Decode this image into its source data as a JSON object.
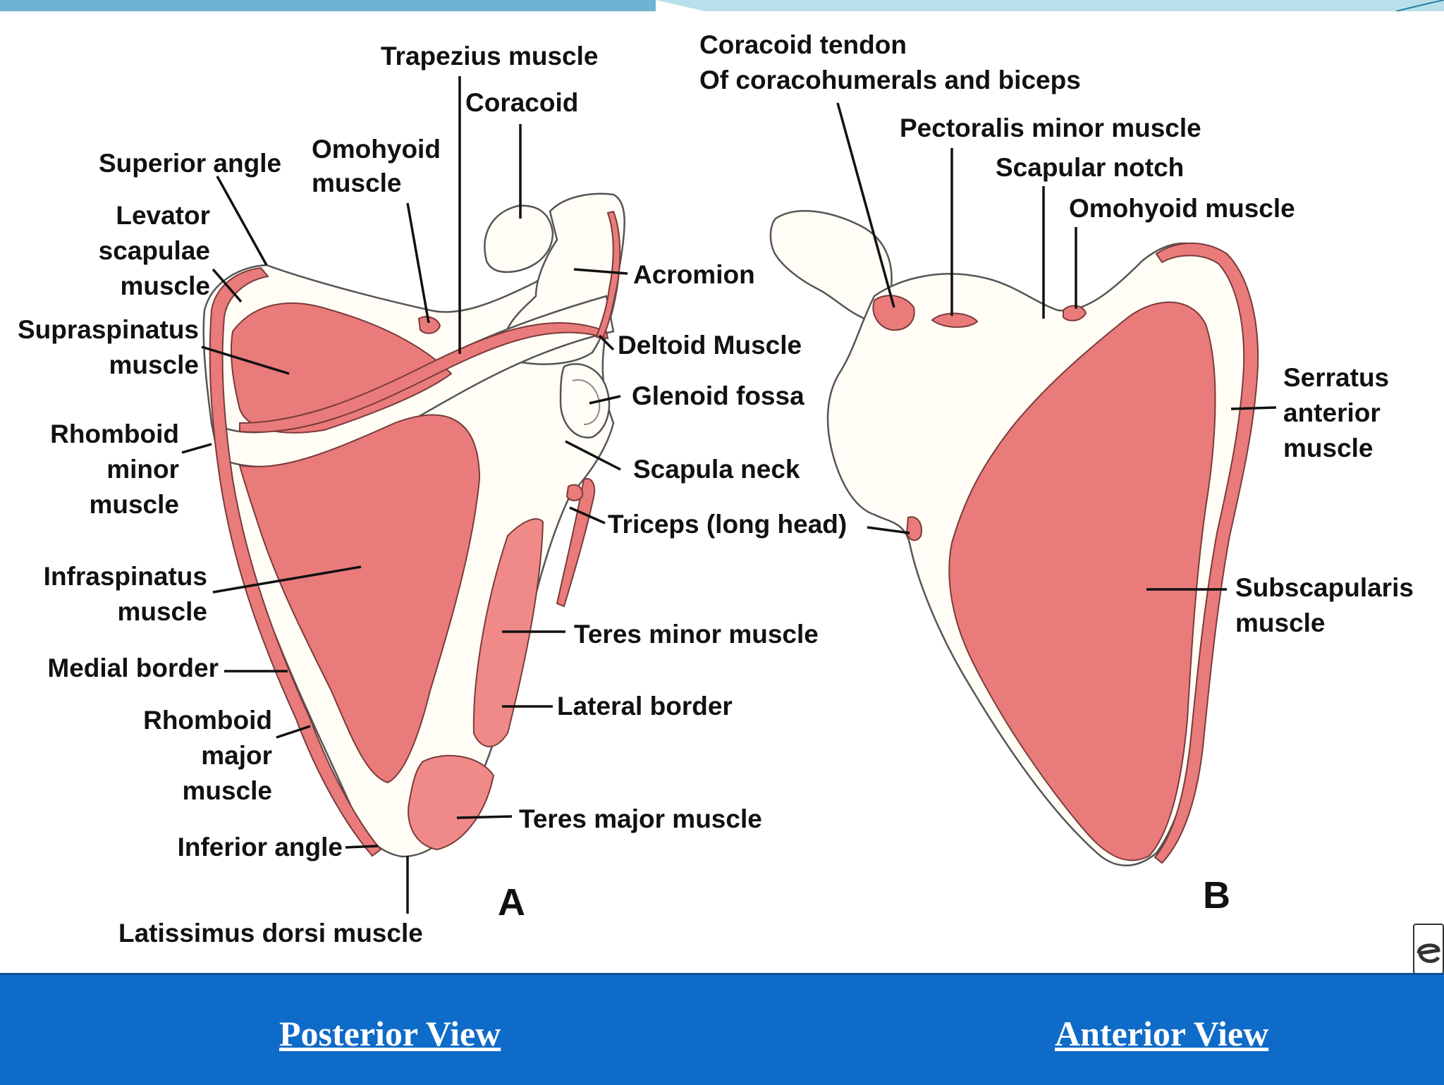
{
  "colors": {
    "muscle": "#ea7b7b",
    "bone": "#fffdf5",
    "footer_bg": "#0f6bc8",
    "topbar_left": "#6fb3d2",
    "topbar_right": "#b9e0ea"
  },
  "panels": {
    "A": "A",
    "B": "B"
  },
  "posterior_labels": {
    "trapezius": "Trapezius muscle",
    "coracoid": "Coracoid",
    "omohyoid_1": "Omohyoid",
    "omohyoid_2": "muscle",
    "superior_angle": "Superior angle",
    "levator_1": "Levator",
    "levator_2": "scapulae",
    "levator_3": "muscle",
    "supraspinatus_1": "Supraspinatus",
    "supraspinatus_2": "muscle",
    "acromion": "Acromion",
    "deltoid": "Deltoid Muscle",
    "glenoid": "Glenoid fossa",
    "rhomboid_minor_1": "Rhomboid",
    "rhomboid_minor_2": "minor",
    "rhomboid_minor_3": "muscle",
    "scapula_neck": "Scapula neck",
    "triceps": "Triceps (long head)",
    "infraspinatus_1": "Infraspinatus",
    "infraspinatus_2": "muscle",
    "teres_minor": "Teres minor muscle",
    "medial_border": "Medial border",
    "lateral_border": "Lateral border",
    "rhomboid_major_1": "Rhomboid",
    "rhomboid_major_2": "major",
    "rhomboid_major_3": "muscle",
    "teres_major": "Teres major muscle",
    "inferior_angle": "Inferior angle",
    "latissimus": "Latissimus dorsi muscle"
  },
  "anterior_labels": {
    "coracoid_tendon_1": "Coracoid tendon",
    "coracoid_tendon_2": "Of coracohumerals and biceps",
    "pectoralis_minor": "Pectoralis minor muscle",
    "scapular_notch": "Scapular notch",
    "omohyoid": "Omohyoid muscle",
    "serratus_1": "Serratus",
    "serratus_2": "anterior",
    "serratus_3": "muscle",
    "subscapularis_1": "Subscapularis",
    "subscapularis_2": "muscle"
  },
  "footer": {
    "posterior_view": "Posterior View",
    "anterior_view": "Anterior View"
  }
}
